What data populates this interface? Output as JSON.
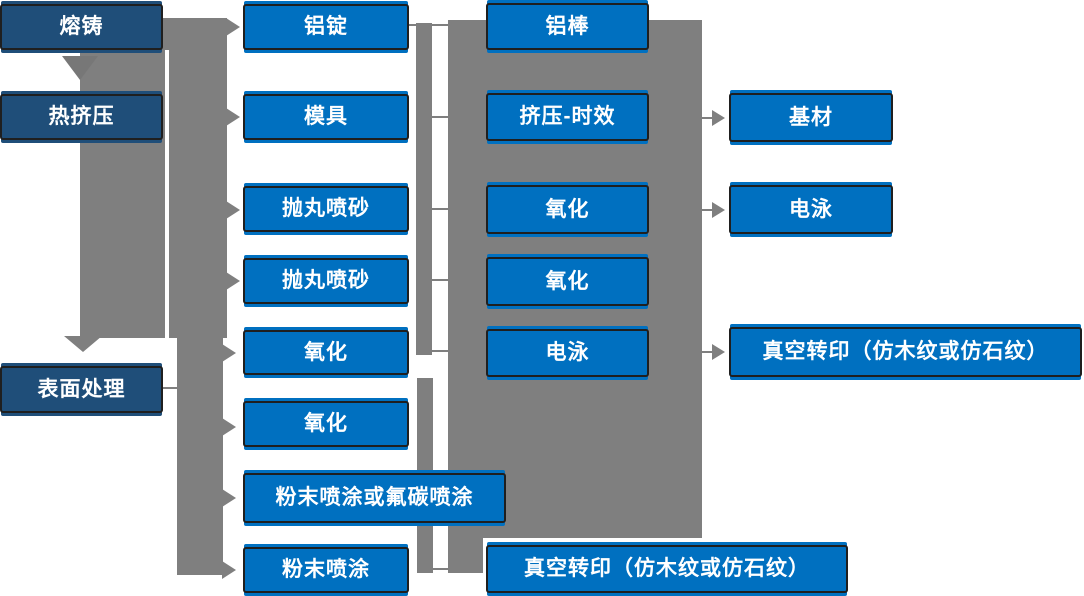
{
  "colors": {
    "node_blue": "#0070C0",
    "node_dark_blue": "#1F4E79",
    "node_border": "#1F1F1F",
    "connector_gray": "#7F7F7F",
    "text": "#FFFFFF",
    "background": "#FFFFFF"
  },
  "nodes": {
    "melting_casting": {
      "label": "熔铸"
    },
    "hot_extrusion": {
      "label": "热挤压"
    },
    "surface_treatment": {
      "label": "表面处理"
    },
    "aluminum_ingot": {
      "label": "铝锭"
    },
    "mold": {
      "label": "模具"
    },
    "shot_blast_1": {
      "label": "抛丸喷砂"
    },
    "shot_blast_2": {
      "label": "抛丸喷砂"
    },
    "oxidation_col2_1": {
      "label": "氧化"
    },
    "oxidation_col2_2": {
      "label": "氧化"
    },
    "powder_or_fluorocarbon": {
      "label": "粉末喷涂或氟碳喷涂"
    },
    "powder_coating": {
      "label": "粉末喷涂"
    },
    "aluminum_rod": {
      "label": "铝棒"
    },
    "extrusion_aging": {
      "label": "挤压-时效"
    },
    "oxidation_col3_1": {
      "label": "氧化"
    },
    "oxidation_col3_2": {
      "label": "氧化"
    },
    "electrophoresis_col3": {
      "label": "电泳"
    },
    "base_material": {
      "label": "基材"
    },
    "electrophoresis_col4": {
      "label": "电泳"
    },
    "vacuum_transfer_right": {
      "label": "真空转印（仿木纹或仿石纹）"
    },
    "vacuum_transfer_bottom": {
      "label": "真空转印（仿木纹或仿石纹）"
    }
  }
}
